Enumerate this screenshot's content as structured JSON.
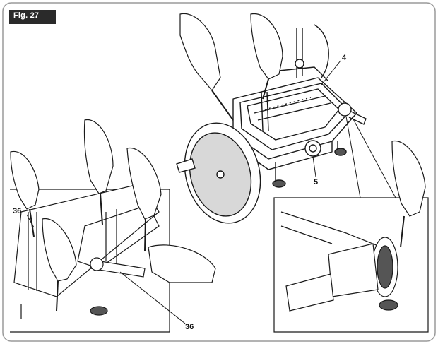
{
  "figure": {
    "label": "Fig. 27"
  },
  "callouts": {
    "c4": "4",
    "c5": "5",
    "c36_left": "36",
    "c36_bottom": "36"
  },
  "colors": {
    "line": "#1a1a1a",
    "label_bg": "#2a2a2a",
    "blade_fill": "#d8d8d8",
    "frame": "#9a9a9a"
  }
}
